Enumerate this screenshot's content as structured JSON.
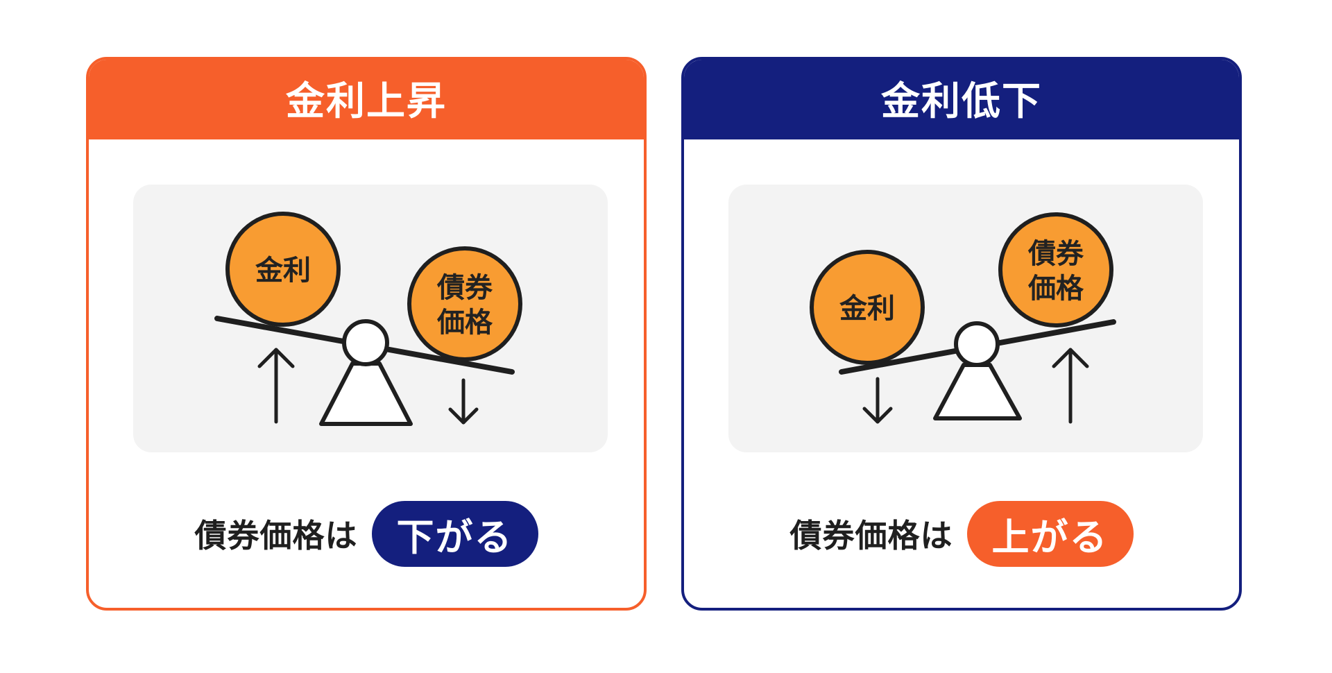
{
  "colors": {
    "orange": "#F65F2B",
    "navy": "#141F7E",
    "ball": "#F89C32",
    "panel": "#F3F3F3",
    "ink": "#1f1f1f"
  },
  "cards": [
    {
      "title": "金利上昇",
      "ball_left": "金利",
      "ball_right_line1": "債券",
      "ball_right_line2": "価格",
      "left_arrow": "up-arrow",
      "right_arrow": "down-arrow",
      "beam_tilt": "left-high",
      "result_label": "債券価格は",
      "result_value": "下がる"
    },
    {
      "title": "金利低下",
      "ball_left": "金利",
      "ball_right_line1": "債券",
      "ball_right_line2": "価格",
      "left_arrow": "down-arrow",
      "right_arrow": "up-arrow",
      "beam_tilt": "right-high",
      "result_label": "債券価格は",
      "result_value": "上がる"
    }
  ]
}
